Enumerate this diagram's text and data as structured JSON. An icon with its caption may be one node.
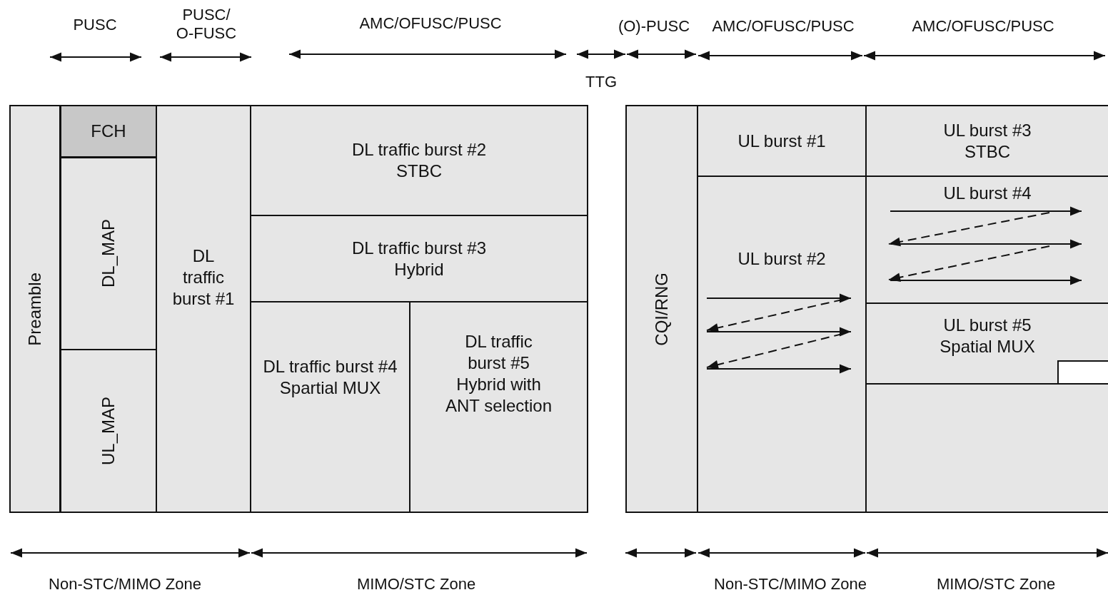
{
  "diagram": {
    "nodes": [
      {
        "text": [
          "Preamble"
        ]
      },
      {
        "text": [
          "FCH"
        ]
      },
      {
        "text": [
          "DL_MAP"
        ]
      },
      {
        "text": [
          "UL_MAP"
        ]
      },
      {
        "text": [
          "DL traffic burst #1"
        ]
      },
      {
        "text": [
          "DL traffic burst #2 STBC"
        ]
      },
      {
        "text": [
          "DL traffic burst #3 Hybrid"
        ]
      },
      {
        "text": [
          "DL traffic burst #4 Spartial MUX"
        ]
      },
      {
        "text": [
          "DL traffic burst #5 Hybrid with ANT selection"
        ]
      },
      {
        "text": [
          "CQI/RNG"
        ]
      },
      {
        "text": [
          "UL burst #1"
        ]
      },
      {
        "text": [
          "UL burst #2"
        ]
      },
      {
        "text": [
          "UL burst #3 STBC"
        ]
      },
      {
        "text": [
          "UL burst #4"
        ]
      },
      {
        "text": [
          "UL burst #5 Spatial MUX"
        ]
      },
      {
        "text": [],
        "shape": "box",
        "in": 14
      },
      {
        "text": [],
        "shape": "box"
      }
    ],
    "labels": [
      "PUSC",
      "PUSC/ O-FUSC",
      "AMC/OFUSC/PUSC",
      "(O)-PUSC",
      "AMC/OFUSC/PUSC",
      "AMC/OFUSC/PUSC",
      "TTG",
      "Non-STC/MIMO Zone",
      "MIMO/STC Zone",
      "Non-STC/MIMO Zone",
      "MIMO/STC Zone"
    ]
  }
}
